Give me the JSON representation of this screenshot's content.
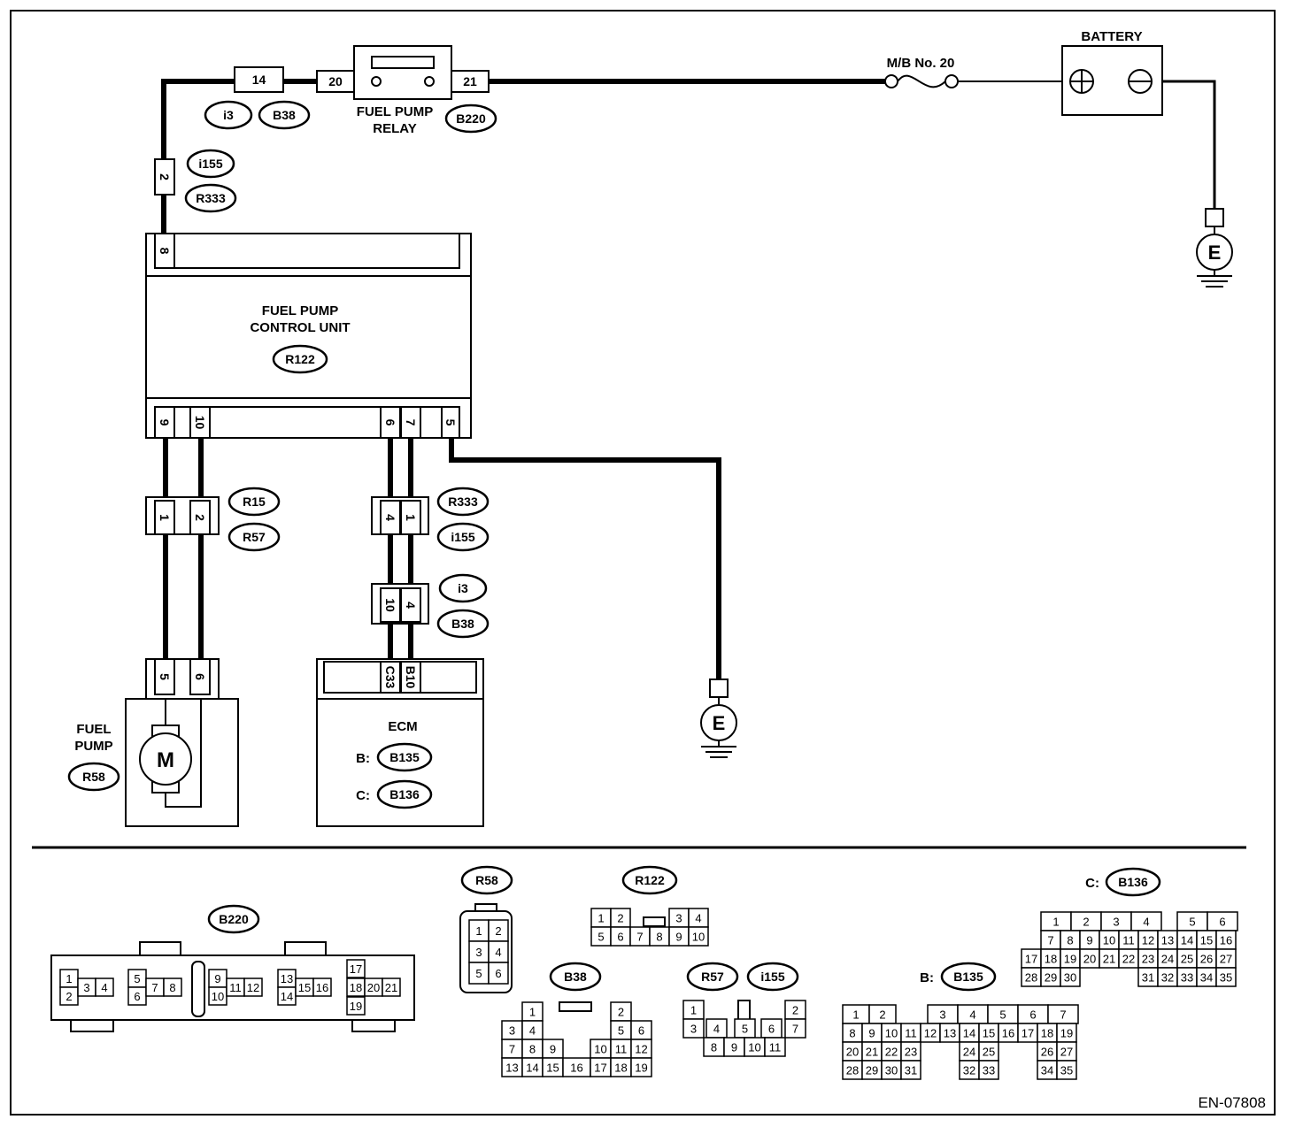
{
  "doc_code": "EN-07808",
  "battery": {
    "label": "BATTERY"
  },
  "fuse": {
    "label": "M/B No. 20"
  },
  "ground": {
    "label": "E"
  },
  "relay": {
    "label_line1": "FUEL PUMP",
    "label_line2": "RELAY"
  },
  "control_unit": {
    "label_line1": "FUEL PUMP",
    "label_line2": "CONTROL UNIT",
    "connector": "R122"
  },
  "fuel_pump": {
    "label_line1": "FUEL",
    "label_line2": "PUMP",
    "motor": "M",
    "connector": "R58"
  },
  "ecm": {
    "label": "ECM",
    "b_prefix": "B:",
    "c_prefix": "C:",
    "b_connector": "B135",
    "c_connector": "B136"
  },
  "pins": [
    "14",
    "20",
    "21",
    "2",
    "8",
    "9",
    "10",
    "6",
    "7",
    "5",
    "1",
    "2",
    "4",
    "1",
    "10",
    "4",
    "5",
    "6",
    "C33",
    "B10"
  ],
  "tags": [
    "i3",
    "B38",
    "B220",
    "i155",
    "R333",
    "R122",
    "R15",
    "R57",
    "R333",
    "i155",
    "i3",
    "B38",
    "R58",
    "B135",
    "B136",
    "B220",
    "R58",
    "R122",
    "B38",
    "R57",
    "i155",
    "B135",
    "B136"
  ],
  "face_prefixes": {
    "b": "B:",
    "c": "C:"
  },
  "faces": {
    "b220": [
      [
        "1",
        "2",
        "3",
        "4"
      ],
      [
        "5",
        "6",
        "7",
        "8"
      ],
      [
        "9",
        "10",
        "11",
        "12"
      ],
      [
        "13",
        "14",
        "15",
        "16"
      ],
      [
        "17",
        "18",
        "19",
        "20",
        "21"
      ]
    ],
    "r58": [
      "1",
      "2",
      "3",
      "4",
      "5",
      "6"
    ],
    "r122": [
      "1",
      "2",
      "3",
      "4",
      "5",
      "6",
      "7",
      "8",
      "9",
      "10"
    ],
    "b38": [
      "1",
      "2",
      "3",
      "4",
      "5",
      "6",
      "7",
      "8",
      "9",
      "10",
      "11",
      "12",
      "13",
      "14",
      "15",
      "16",
      "17",
      "18",
      "19"
    ],
    "r57": [
      "1",
      "2",
      "3",
      "4",
      "5",
      "6",
      "7",
      "8",
      "9",
      "10",
      "11"
    ],
    "b135": [
      "1",
      "2",
      "3",
      "4",
      "5",
      "6",
      "7",
      "8",
      "9",
      "10",
      "11",
      "12",
      "13",
      "14",
      "15",
      "16",
      "17",
      "18",
      "19",
      "20",
      "21",
      "22",
      "23",
      "24",
      "25",
      "26",
      "27",
      "28",
      "29",
      "30",
      "31",
      "32",
      "33",
      "34",
      "35"
    ],
    "b136": [
      "1",
      "2",
      "3",
      "4",
      "5",
      "6",
      "7",
      "8",
      "9",
      "10",
      "11",
      "12",
      "13",
      "14",
      "15",
      "16",
      "17",
      "18",
      "19",
      "20",
      "21",
      "22",
      "23",
      "24",
      "25",
      "26",
      "27",
      "28",
      "29",
      "30",
      "31",
      "32",
      "33",
      "34",
      "35"
    ]
  }
}
